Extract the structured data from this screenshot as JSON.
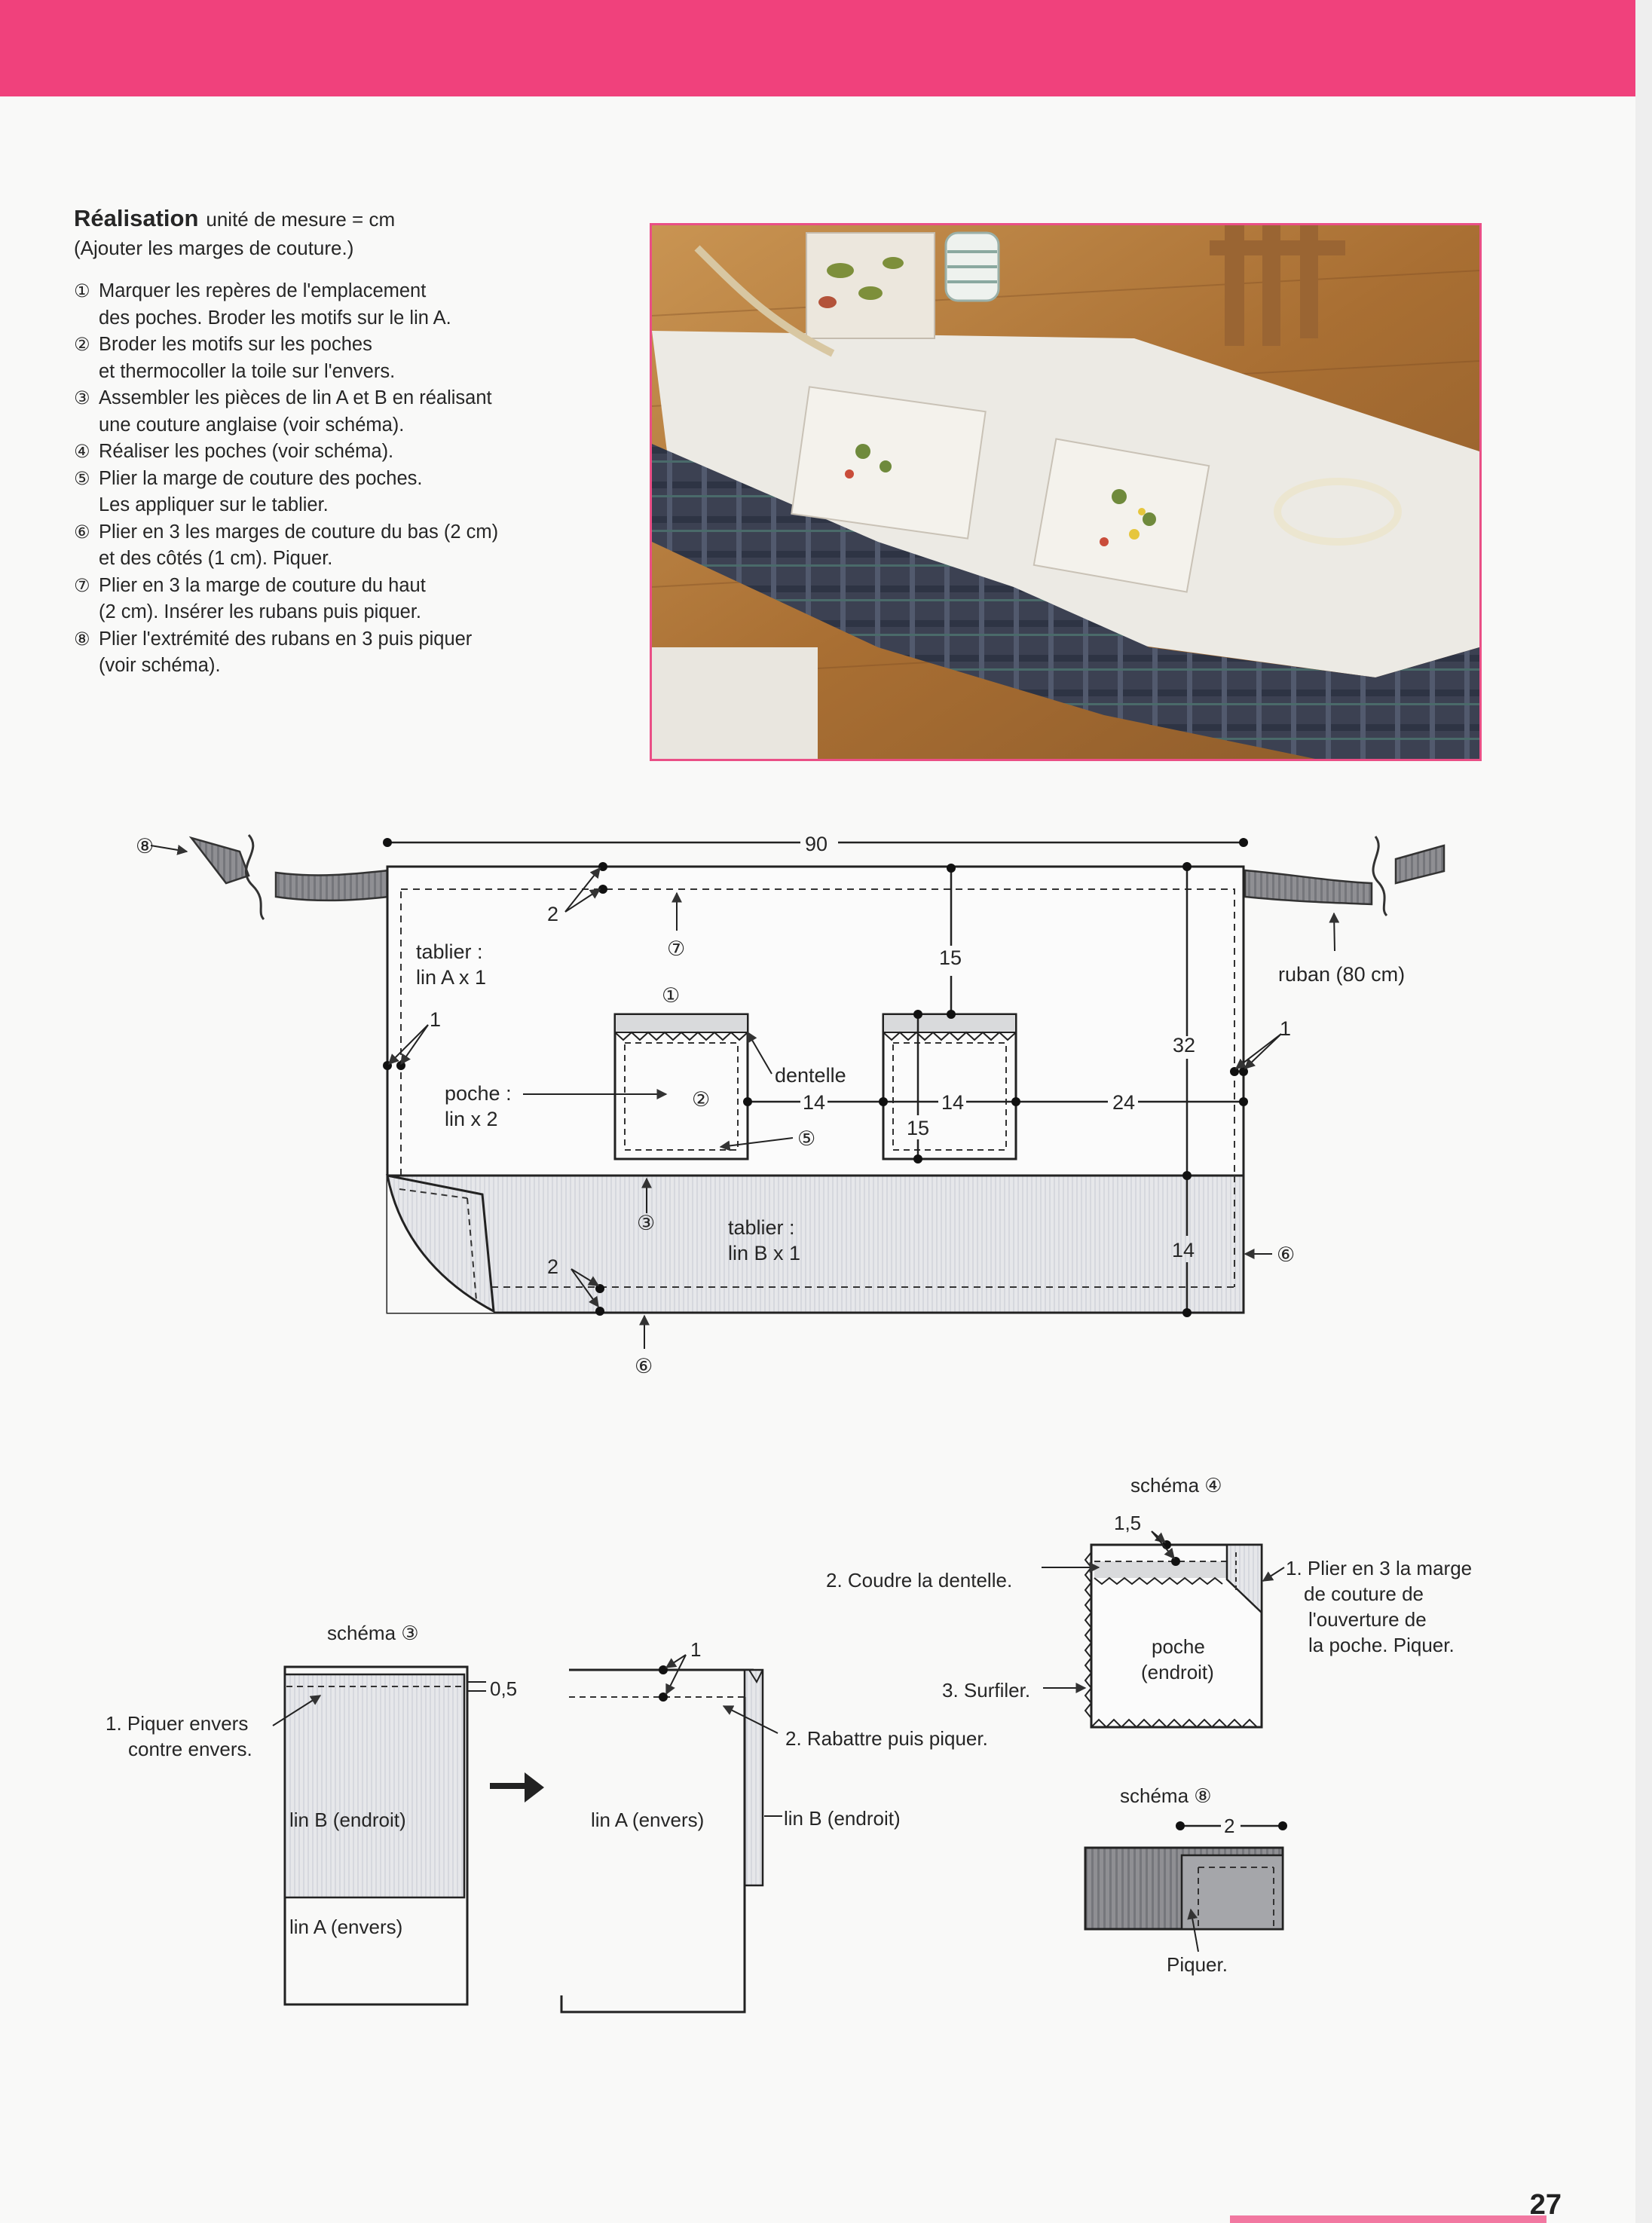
{
  "header": {
    "band_color": "#f0417c"
  },
  "instructions": {
    "title": "Réalisation",
    "unit": "unité de mesure = cm",
    "subtitle": "(Ajouter les marges de couture.)",
    "steps": [
      {
        "num": "①",
        "text": "Marquer les repères de l'emplacement\ndes poches. Broder les motifs sur le lin A."
      },
      {
        "num": "②",
        "text": "Broder les motifs sur les poches\net thermocoller la toile sur l'envers."
      },
      {
        "num": "③",
        "text": "Assembler les pièces de lin A et B en réalisant\nune couture anglaise (voir schéma)."
      },
      {
        "num": "④",
        "text": "Réaliser les poches (voir schéma)."
      },
      {
        "num": "⑤",
        "text": "Plier la marge de couture des poches.\nLes appliquer sur le tablier."
      },
      {
        "num": "⑥",
        "text": "Plier en 3 les marges de couture du bas (2 cm)\net des côtés (1 cm). Piquer."
      },
      {
        "num": "⑦",
        "text": "Plier en 3 la marge de couture du haut\n(2 cm). Insérer les rubans puis piquer."
      },
      {
        "num": "⑧",
        "text": "Plier l'extrémité des rubans en 3 puis piquer\n(voir schéma)."
      }
    ]
  },
  "photo": {
    "frame_color": "#ea4f86",
    "caption": ""
  },
  "main_diagram": {
    "width_label": "90",
    "label_tablier_a": [
      "tablier :",
      "lin A x 1"
    ],
    "label_poche": [
      "poche :",
      "lin x 2"
    ],
    "label_tablier_b": [
      "tablier :",
      "lin B x 1"
    ],
    "label_ruban": "ruban (80 cm)",
    "label_dentelle": "dentelle",
    "dims": {
      "d2": "2",
      "d15": "15",
      "d1": "1",
      "d14": "14",
      "d24": "24",
      "d32": "32"
    },
    "marks": {
      "m1": "①",
      "m2": "②",
      "m3": "③",
      "m5": "⑤",
      "m6": "⑥",
      "m7": "⑦",
      "m8": "⑧"
    }
  },
  "schema3": {
    "title": "schéma ③",
    "step1": [
      "1. Piquer envers",
      "contre envers."
    ],
    "dim": "0,5",
    "lin_b_endroit": "lin B (endroit)",
    "lin_a_envers": "lin A (envers)",
    "dim2": "1",
    "step2": "2. Rabattre puis piquer."
  },
  "schema4": {
    "title": "schéma ④",
    "dim": "1,5",
    "step1": [
      "1. Plier en 3 la marge",
      "de couture de",
      "l'ouverture de",
      "la poche. Piquer."
    ],
    "step2": "2. Coudre la dentelle.",
    "step3": "3. Surfiler.",
    "poche": [
      "poche",
      "(endroit)"
    ]
  },
  "schema8": {
    "title": "schéma ⑧",
    "dim": "2",
    "piquer": "Piquer."
  },
  "footer": {
    "page_number": "27"
  }
}
